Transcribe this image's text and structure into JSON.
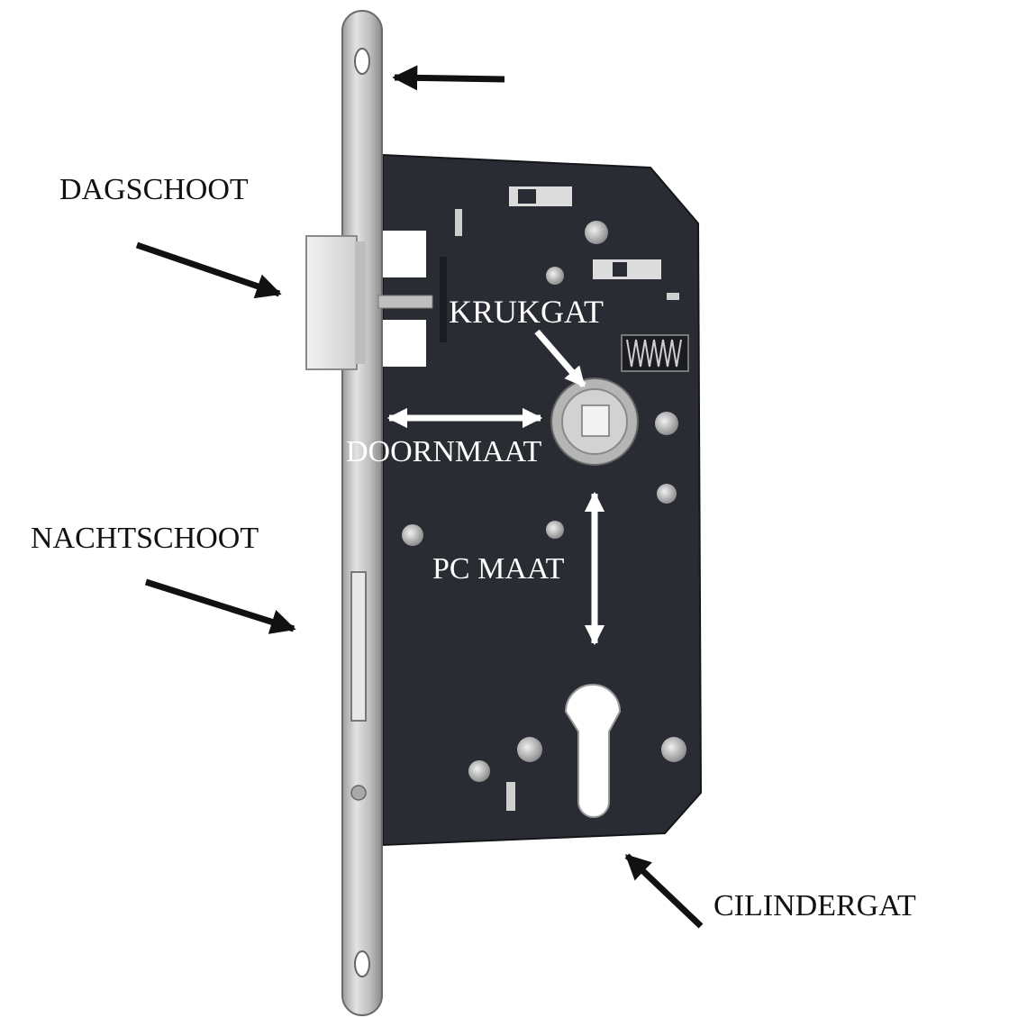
{
  "labels": {
    "dagschoot": "DAGSCHOOT",
    "nachtschoot": "NACHTSCHOOT",
    "krukgat": "KRUKGAT",
    "doornmaat": "DOORNMAAT",
    "pc_maat": "PC MAAT",
    "cilindergat": "CILINDERGAT"
  },
  "colors": {
    "lock_body": "#2a2c33",
    "faceplate": "#c9c9c9",
    "annotation_arrow_dark": "#111111",
    "annotation_arrow_light": "#ffffff",
    "label_dark": "#111111",
    "label_light": "#ffffff"
  }
}
